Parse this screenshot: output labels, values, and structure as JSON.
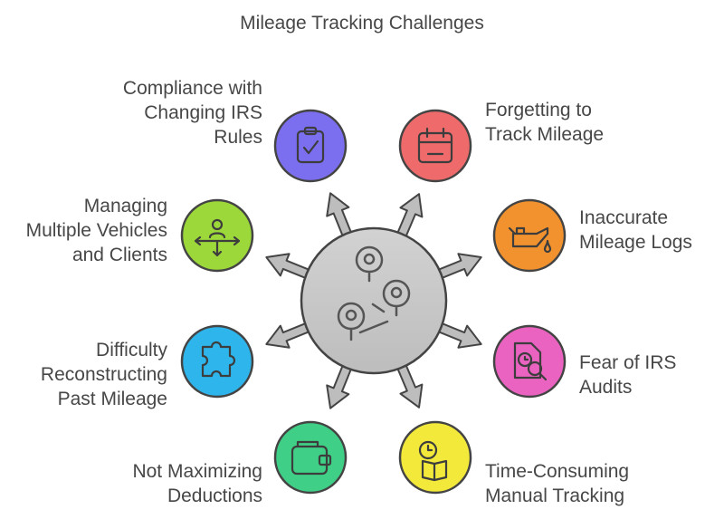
{
  "title": "Mileage Tracking Challenges",
  "center": {
    "icon": "map-pins-icon"
  },
  "challenges": [
    {
      "id": "compliance",
      "lines": [
        "Compliance with",
        "Changing IRS",
        "Rules"
      ],
      "color": "#7b6ff0",
      "icon": "clipboard-check-icon"
    },
    {
      "id": "forgetting",
      "lines": [
        "Forgetting to",
        "Track Mileage"
      ],
      "color": "#ef6b6b",
      "icon": "calendar-icon"
    },
    {
      "id": "inaccurate",
      "lines": [
        "Inaccurate",
        "Mileage Logs"
      ],
      "color": "#f2922f",
      "icon": "oil-can-icon"
    },
    {
      "id": "audits",
      "lines": [
        "Fear of IRS",
        "Audits"
      ],
      "color": "#ea63c0",
      "icon": "document-search-icon"
    },
    {
      "id": "time",
      "lines": [
        "Time-Consuming",
        "Manual Tracking"
      ],
      "color": "#f3e93a",
      "icon": "clock-book-icon"
    },
    {
      "id": "deductions",
      "lines": [
        "Not Maximizing",
        "Deductions"
      ],
      "color": "#3fcf86",
      "icon": "wallet-icon"
    },
    {
      "id": "reconstructing",
      "lines": [
        "Difficulty",
        "Reconstructing",
        "Past Mileage"
      ],
      "color": "#2eb6ec",
      "icon": "puzzle-icon"
    },
    {
      "id": "vehicles",
      "lines": [
        "Managing",
        "Multiple Vehicles",
        "and Clients"
      ],
      "color": "#9cd83a",
      "icon": "person-arrows-icon"
    }
  ]
}
